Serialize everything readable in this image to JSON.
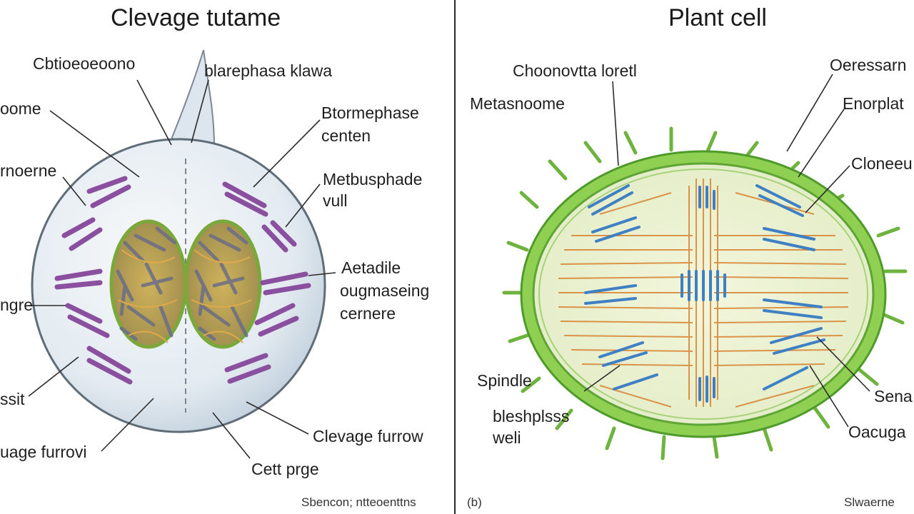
{
  "left_panel": {
    "title": "Clevage tutame",
    "labels": {
      "l1": "Cbtioeoeoono",
      "l2": "blarephasa klawa",
      "l3": "oome",
      "l4": "Btormephase",
      "l5": "centen",
      "l6": "rnoerne",
      "l7": "Metbusphade",
      "l8": "vull",
      "l9": "Aetadile",
      "l10": "ougmaseing",
      "l11": "cernere",
      "l12": "ngre",
      "l13": "ssit",
      "l14": "Clevage furrow",
      "l15": "uage furrovi",
      "l16": "Cett prge"
    },
    "credit": "Sbencon; ntteoenttns"
  },
  "right_panel": {
    "title": "Plant cell",
    "labels": {
      "r1": "Choonovtta loretl",
      "r2": "Oeressarn",
      "r3": "Metasnoome",
      "r4": "Enorplat",
      "r5": "Cloneeu",
      "r6": "Spindle",
      "r7": "Sena",
      "r8": "bleshplsss",
      "r9": "weli",
      "r10": "Oacuga"
    },
    "credit_left": "(b)",
    "credit_right": "Slwaerne"
  },
  "colors": {
    "chromosome_purple": "#8a4f9e",
    "cell_wall_green": "#6fb33f",
    "spindle_orange": "#d88a3a",
    "chromatin_blue": "#3f7fc4",
    "animal_cell_fill": "#e3ebf1"
  }
}
